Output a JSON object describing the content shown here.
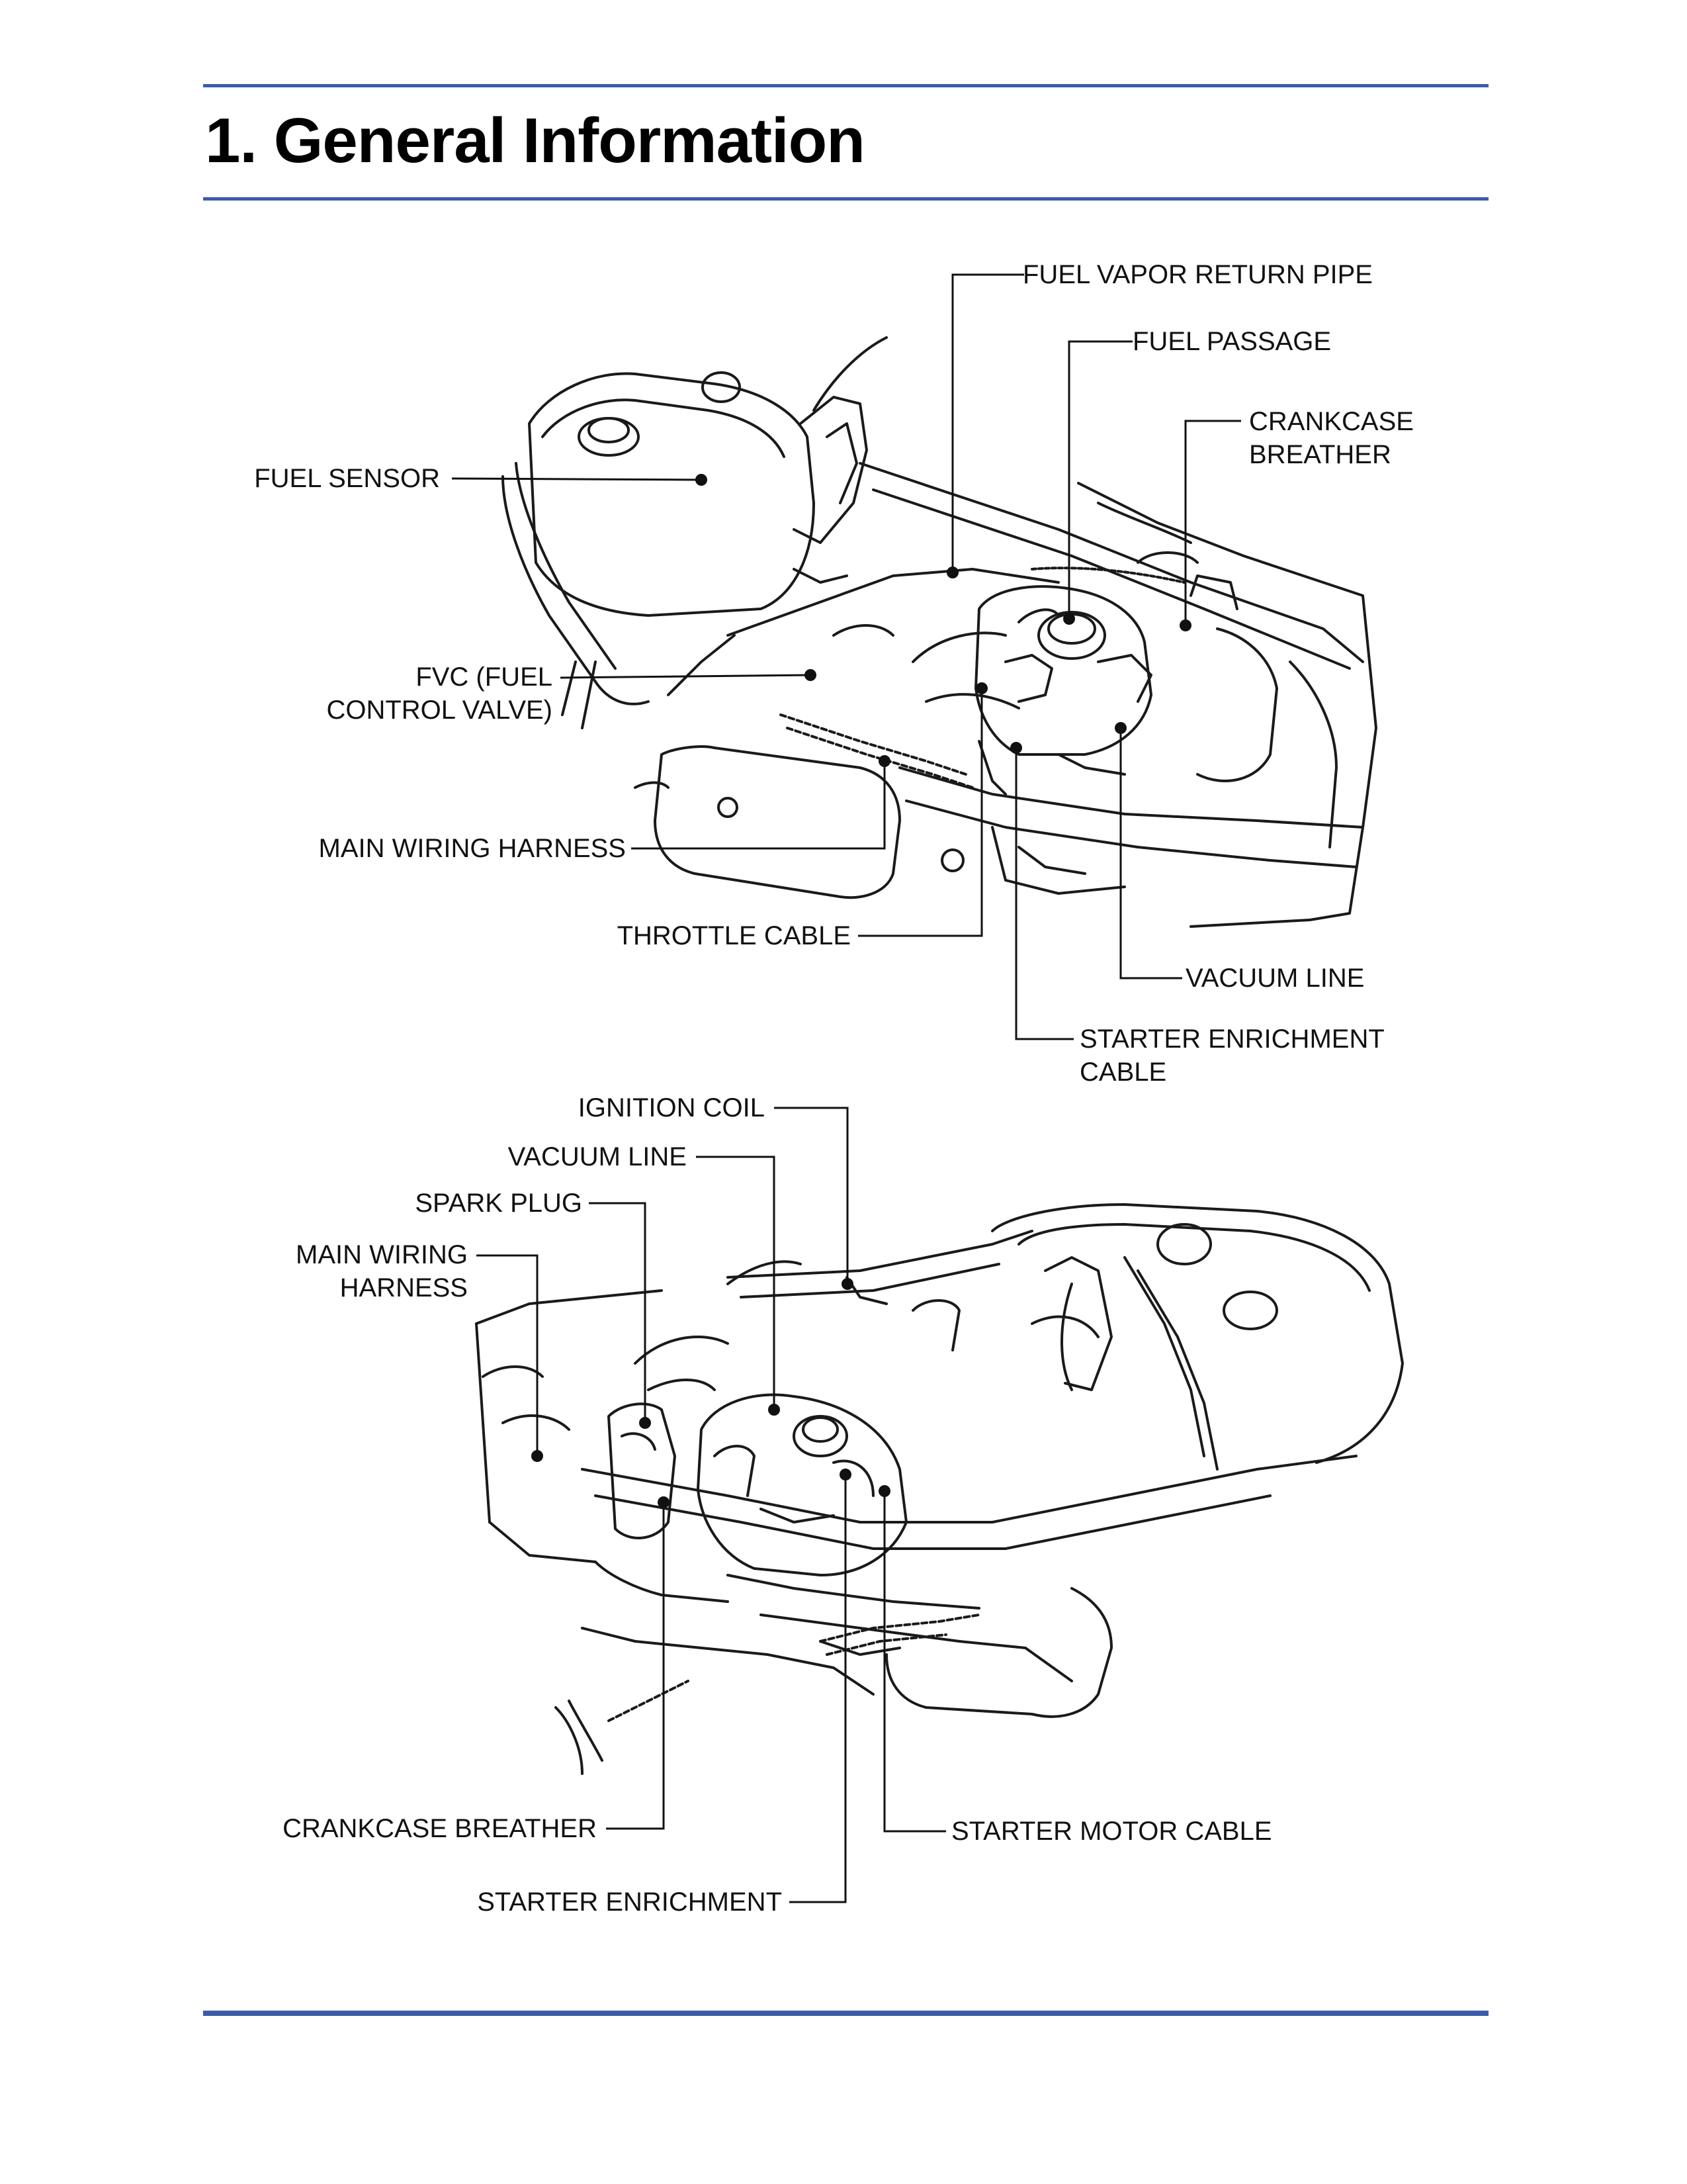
{
  "header": {
    "title": "1. General Information",
    "rule_color": "#3b5bab"
  },
  "figure_top": {
    "labels": {
      "fuel_vapor_return_pipe": "FUEL VAPOR RETURN PIPE",
      "fuel_passage": "FUEL PASSAGE",
      "crankcase_breather_1": "CRANKCASE",
      "crankcase_breather_2": "BREATHER",
      "fuel_sensor": "FUEL SENSOR",
      "fvc_1": "FVC (FUEL",
      "fvc_2": "CONTROL VALVE)",
      "main_wiring_harness": "MAIN WIRING HARNESS",
      "throttle_cable": "THROTTLE CABLE",
      "vacuum_line": "VACUUM LINE",
      "starter_enrichment_1": "STARTER ENRICHMENT",
      "starter_enrichment_2": "CABLE"
    }
  },
  "figure_bottom": {
    "labels": {
      "ignition_coil": "IGNITION COIL",
      "vacuum_line": "VACUUM LINE",
      "spark_plug": "SPARK PLUG",
      "main_wiring_harness_1": "MAIN WIRING",
      "main_wiring_harness_2": "HARNESS",
      "crankcase_breather": "CRANKCASE BREATHER",
      "starter_motor_cable": "STARTER MOTOR CABLE",
      "starter_enrichment": "STARTER ENRICHMENT"
    }
  }
}
